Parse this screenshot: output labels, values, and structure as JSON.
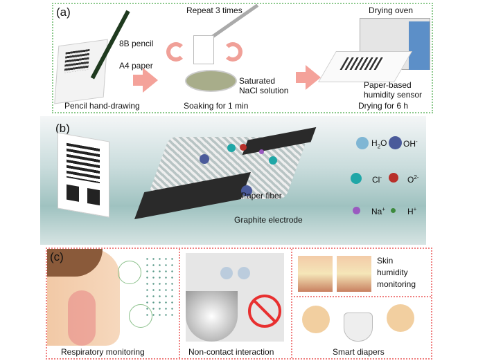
{
  "panel_a": {
    "label": "(a)",
    "step1": {
      "caption": "Pencil hand-drawing",
      "pencil_label": "8B pencil",
      "paper_label": "A4 paper"
    },
    "step2": {
      "caption": "Soaking for 1 min",
      "repeat_label": "Repeat 3 times",
      "solution_label_1": "Saturated",
      "solution_label_2": "NaCl solution"
    },
    "step3": {
      "caption": "Drying for 6 h",
      "oven_label": "Drying oven",
      "sensor_label_1": "Paper-based",
      "sensor_label_2": "humidity sensor"
    }
  },
  "panel_b": {
    "label": "(b)",
    "fiber_label": "Paper fiber",
    "electrode_label": "Graphite electrode",
    "legend": [
      {
        "text": "H",
        "sub": "2",
        "tail": "O",
        "color": "#7fb6d4"
      },
      {
        "text": "OH",
        "sup": "-",
        "color": "#4a5a9a"
      },
      {
        "text": "Cl",
        "sup": "-",
        "color": "#20a7a7"
      },
      {
        "text": "O",
        "sup": "2-",
        "color": "#b8302a"
      },
      {
        "text": "Na",
        "sup": "+",
        "color": "#9a5ac0"
      },
      {
        "text": "H",
        "sup": "+",
        "color": "#3d8a3d"
      }
    ]
  },
  "panel_c": {
    "label": "(c)",
    "respiratory": "Respiratory monitoring",
    "noncontact": "Non-contact interaction",
    "skin_1": "Skin",
    "skin_2": "humidity",
    "skin_3": "monitoring",
    "diapers": "Smart diapers"
  }
}
